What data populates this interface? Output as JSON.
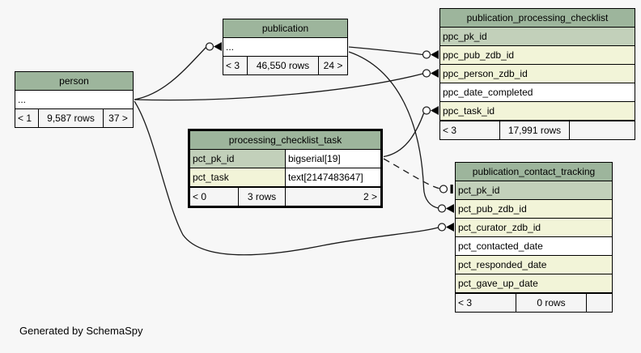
{
  "app": {
    "caption": "Generated by SchemaSpy"
  },
  "colors": {
    "page_bg": "#f7f7f7",
    "header_bg": "#9db59c",
    "pk_row_bg": "#c2d0ba",
    "indexed_row_bg": "#f2f4d8",
    "plain_row_bg": "#ffffff",
    "footer_bg": "#f5f5f5",
    "line_color": "#1a1a1a"
  },
  "tables": {
    "person": {
      "title": "person",
      "body": "...",
      "footer": {
        "left": "< 1",
        "center": "9,587 rows",
        "right": "37 >"
      }
    },
    "publication": {
      "title": "publication",
      "body": "...",
      "footer": {
        "left": "< 3",
        "center": "46,550 rows",
        "right": "24 >"
      }
    },
    "publication_processing_checklist": {
      "title": "publication_processing_checklist",
      "columns": [
        {
          "name": "ppc_pk_id"
        },
        {
          "name": "ppc_pub_zdb_id"
        },
        {
          "name": "ppc_person_zdb_id"
        },
        {
          "name": "ppc_date_completed"
        },
        {
          "name": "ppc_task_id"
        }
      ],
      "footer": {
        "left": "< 3",
        "center": "17,991 rows",
        "right": ""
      }
    },
    "processing_checklist_task": {
      "title": "processing_checklist_task",
      "columns": [
        {
          "name": "pct_pk_id",
          "type": "bigserial[19]"
        },
        {
          "name": "pct_task",
          "type": "text[2147483647]"
        }
      ],
      "footer": {
        "left": "< 0",
        "center": "3 rows",
        "right": "2 >"
      }
    },
    "publication_contact_tracking": {
      "title": "publication_contact_tracking",
      "columns": [
        {
          "name": "pct_pk_id"
        },
        {
          "name": "pct_pub_zdb_id"
        },
        {
          "name": "pct_curator_zdb_id"
        },
        {
          "name": "pct_contacted_date"
        },
        {
          "name": "pct_responded_date"
        },
        {
          "name": "pct_gave_up_date"
        }
      ],
      "footer": {
        "left": "< 3",
        "center": "0 rows",
        "right": ""
      }
    }
  }
}
